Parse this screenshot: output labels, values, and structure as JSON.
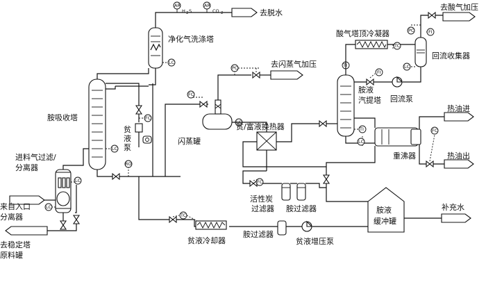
{
  "labels": {
    "to_dewater": "去脱水",
    "purify_tower": "净化气洗涤塔",
    "to_flash_press": "去闪蒸气加压",
    "acid_condenser": "酸气塔顶冷凝器",
    "to_acid_gas": "去酸气加压",
    "reflux_collector": "回流收集器",
    "amine_absorber": "胺吸收塔",
    "lean_pump": "贫液泵",
    "flash_tank": "闪蒸罐",
    "lean_rich_hx": "贫/富液换热器",
    "amine_stripper_1": "胺液",
    "amine_stripper_2": "汽提塔",
    "reflux_pump": "回流泵",
    "hot_oil_in": "热油进",
    "reboiler": "重沸器",
    "hot_oil_out": "热油出",
    "feed_filter_1": "进料气过滤/",
    "feed_filter_2": "分离器",
    "from_inlet_1": "来自入口",
    "from_inlet_2": "分离器",
    "activated_carbon_1": "活性炭",
    "activated_carbon_2": "过滤器",
    "amine_filter_top": "胺过滤器",
    "makeup_water": "补充水",
    "surge_tank_1": "胺液",
    "surge_tank_2": "缓冲罐",
    "to_stab_1": "去稳定塔",
    "to_stab_2": "原料罐",
    "lean_cooler": "贫液冷却器",
    "amine_filter_bottom": "胺过滤器",
    "lean_booster": "贫液增压泵"
  },
  "instruments": {
    "ar1": "AR",
    "ar2": "AR",
    "h2s": "H",
    "h2s_sub": "2",
    "h2s_s": "S",
    "co2": "CO",
    "co2_sub": "2",
    "lc": "LC",
    "fc": "FC",
    "pc": "PC",
    "tc": "TC",
    "ti": "TI",
    "fi": "FI",
    "ro": "RO"
  }
}
